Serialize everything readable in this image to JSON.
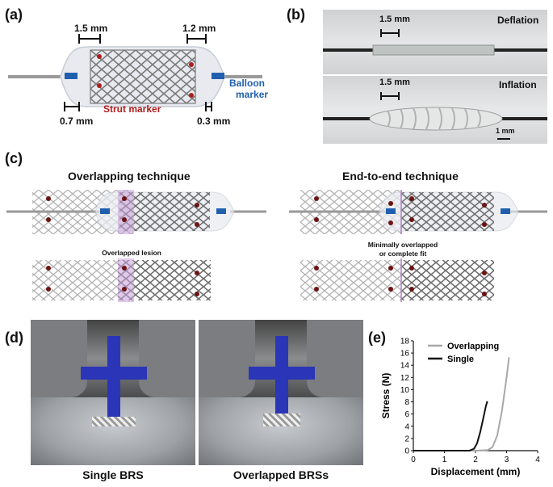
{
  "panel_a": {
    "label": "(a)",
    "dim_top_left": "1.5 mm",
    "dim_top_right": "1.2 mm",
    "dim_bottom_left": "0.7 mm",
    "dim_bottom_right": "0.3 mm",
    "strut_marker": "Strut marker",
    "balloon_marker_line1": "Balloon",
    "balloon_marker_line2": "marker",
    "colors": {
      "strut_marker": "#b01c1c",
      "balloon_marker": "#1f5fae",
      "balloon": "#e8eaf0",
      "mesh": "#7a7a7a"
    }
  },
  "panel_b": {
    "label": "(b)",
    "deflation": "Deflation",
    "inflation": "Inflation",
    "scale_top": "1.5 mm",
    "scale_bottom": "1.5 mm",
    "scale_bar": "1 mm"
  },
  "panel_c": {
    "label": "(c)",
    "left_title": "Overlapping technique",
    "right_title": "End-to-end technique",
    "left_note": "Overlapped lesion",
    "right_note_line1": "Minimally overlapped",
    "right_note_line2": "or complete fit",
    "colors": {
      "overlap": "#c9a0d8"
    }
  },
  "panel_d": {
    "label": "(d)",
    "left_caption": "Single BRS",
    "right_caption": "Overlapped BRSs",
    "colors": {
      "cross": "#2b35b8"
    }
  },
  "panel_e": {
    "label": "(e)"
  },
  "chart_data": {
    "type": "line",
    "xlabel": "Displacement (mm)",
    "ylabel": "Stress (N)",
    "xlim": [
      0,
      4
    ],
    "ylim": [
      0,
      18
    ],
    "xticks": [
      0,
      1,
      2,
      3,
      4
    ],
    "yticks": [
      0,
      2,
      4,
      6,
      8,
      10,
      12,
      14,
      16,
      18
    ],
    "legend_position": "top-right",
    "series": [
      {
        "name": "Overlapping",
        "color": "#a8a8a8",
        "x": [
          0,
          2.0,
          2.4,
          2.55,
          2.7,
          2.85,
          3.0,
          3.08
        ],
        "y": [
          0,
          0,
          0.1,
          0.6,
          2.5,
          6.5,
          12.0,
          15.3
        ]
      },
      {
        "name": "Single",
        "color": "#111111",
        "x": [
          0,
          1.8,
          1.95,
          2.05,
          2.15,
          2.25,
          2.33,
          2.38
        ],
        "y": [
          0,
          0,
          0.3,
          1.2,
          3.0,
          5.3,
          7.2,
          8.1
        ]
      }
    ]
  }
}
